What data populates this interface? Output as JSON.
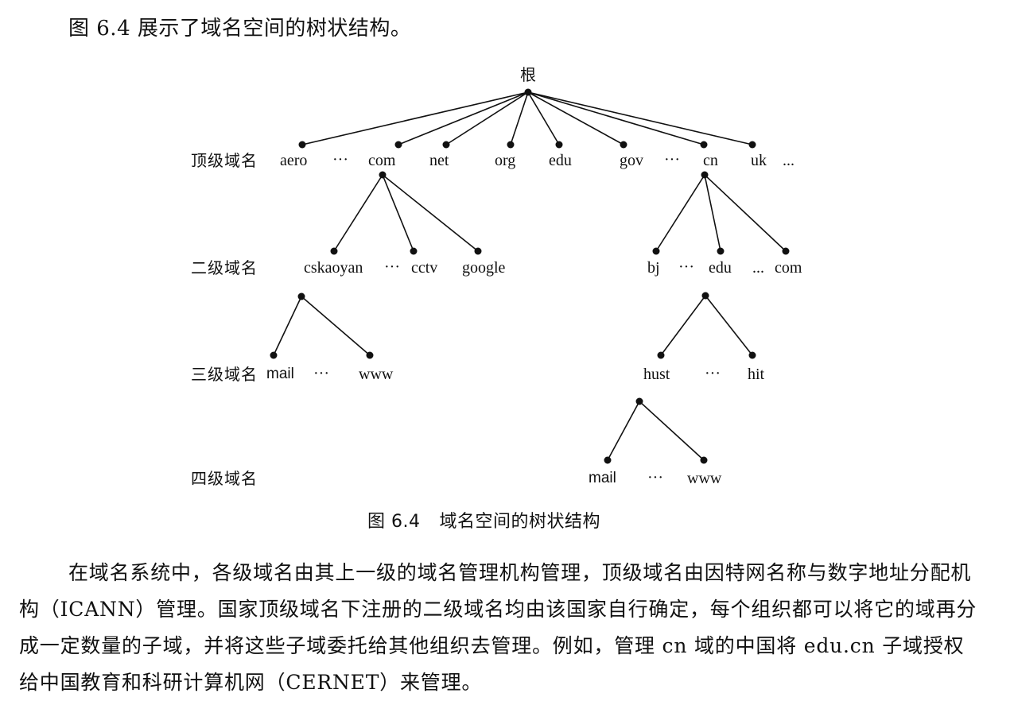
{
  "intro_text": "图 6.4 展示了域名空间的树状结构。",
  "diagram": {
    "root_label": "根",
    "level_labels": {
      "top": "顶级域名",
      "second": "二级域名",
      "third": "三级域名",
      "fourth": "四级域名"
    },
    "top_level": {
      "aero": "aero",
      "ellipsis_1": "···",
      "com": "com",
      "net": "net",
      "org": "org",
      "edu": "edu",
      "gov": "gov",
      "ellipsis_2": "···",
      "cn": "cn",
      "uk": "uk",
      "ellipsis_3": "..."
    },
    "second_level": {
      "cskaoyan": "cskaoyan",
      "ellipsis_1": "···",
      "cctv": "cctv",
      "google": "google",
      "bj": "bj",
      "ellipsis_2": "···",
      "edu": "edu",
      "ellipsis_3": "...",
      "com": "com"
    },
    "third_level": {
      "mail": "mail",
      "ellipsis_1": "···",
      "www": "www",
      "hust": "hust",
      "ellipsis_2": "···",
      "hit": "hit"
    },
    "fourth_level": {
      "mail": "mail",
      "ellipsis": "···",
      "www": "www"
    }
  },
  "caption": {
    "number": "图 6.4",
    "title": "域名空间的树状结构"
  },
  "body_paragraph": "在域名系统中，各级域名由其上一级的域名管理机构管理，顶级域名由因特网名称与数字地址分配机构（ICANN）管理。国家顶级域名下注册的二级域名均由该国家自行确定，每个组织都可以将它的域再分成一定数量的子域，并将这些子域委托给其他组织去管理。例如，管理 cn 域的中国将 edu.cn 子域授权给中国教育和科研计算机网（CERNET）来管理。"
}
